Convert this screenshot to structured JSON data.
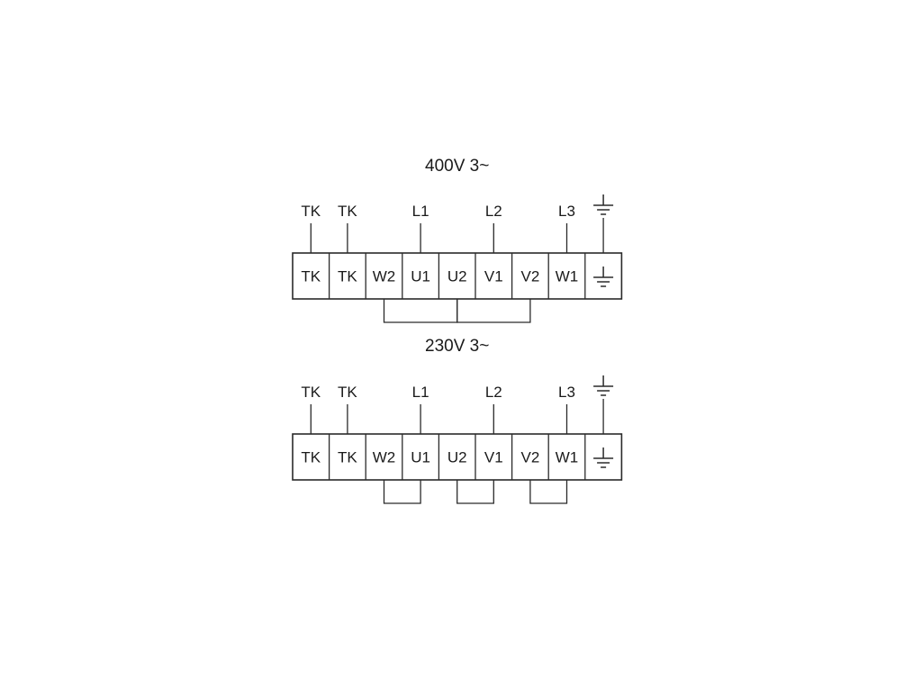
{
  "diagrams": [
    {
      "title": "400V  3~",
      "terminals": [
        "TK",
        "TK",
        "W2",
        "U1",
        "U2",
        "V1",
        "V2",
        "W1",
        "ground-symbol"
      ],
      "lines": [
        {
          "label": "TK",
          "terminal": 0
        },
        {
          "label": "TK",
          "terminal": 1
        },
        {
          "label": "L1",
          "terminal": 3
        },
        {
          "label": "L2",
          "terminal": 5
        },
        {
          "label": "L3",
          "terminal": 7
        },
        {
          "label": "",
          "terminal": 8,
          "icon": "ground-icon"
        }
      ],
      "bridges": [
        {
          "from": "W2",
          "to": "U2"
        },
        {
          "from": "U2",
          "to": "V2"
        }
      ],
      "connection": "star"
    },
    {
      "title": "230V  3~",
      "terminals": [
        "TK",
        "TK",
        "W2",
        "U1",
        "U2",
        "V1",
        "V2",
        "W1",
        "ground-symbol"
      ],
      "lines": [
        {
          "label": "TK",
          "terminal": 0
        },
        {
          "label": "TK",
          "terminal": 1
        },
        {
          "label": "L1",
          "terminal": 3
        },
        {
          "label": "L2",
          "terminal": 5
        },
        {
          "label": "L3",
          "terminal": 7
        },
        {
          "label": "",
          "terminal": 8,
          "icon": "ground-icon"
        }
      ],
      "bridges": [
        {
          "from": "W2",
          "to": "U1"
        },
        {
          "from": "U2",
          "to": "V1"
        },
        {
          "from": "V2",
          "to": "W1"
        }
      ],
      "connection": "delta"
    }
  ]
}
